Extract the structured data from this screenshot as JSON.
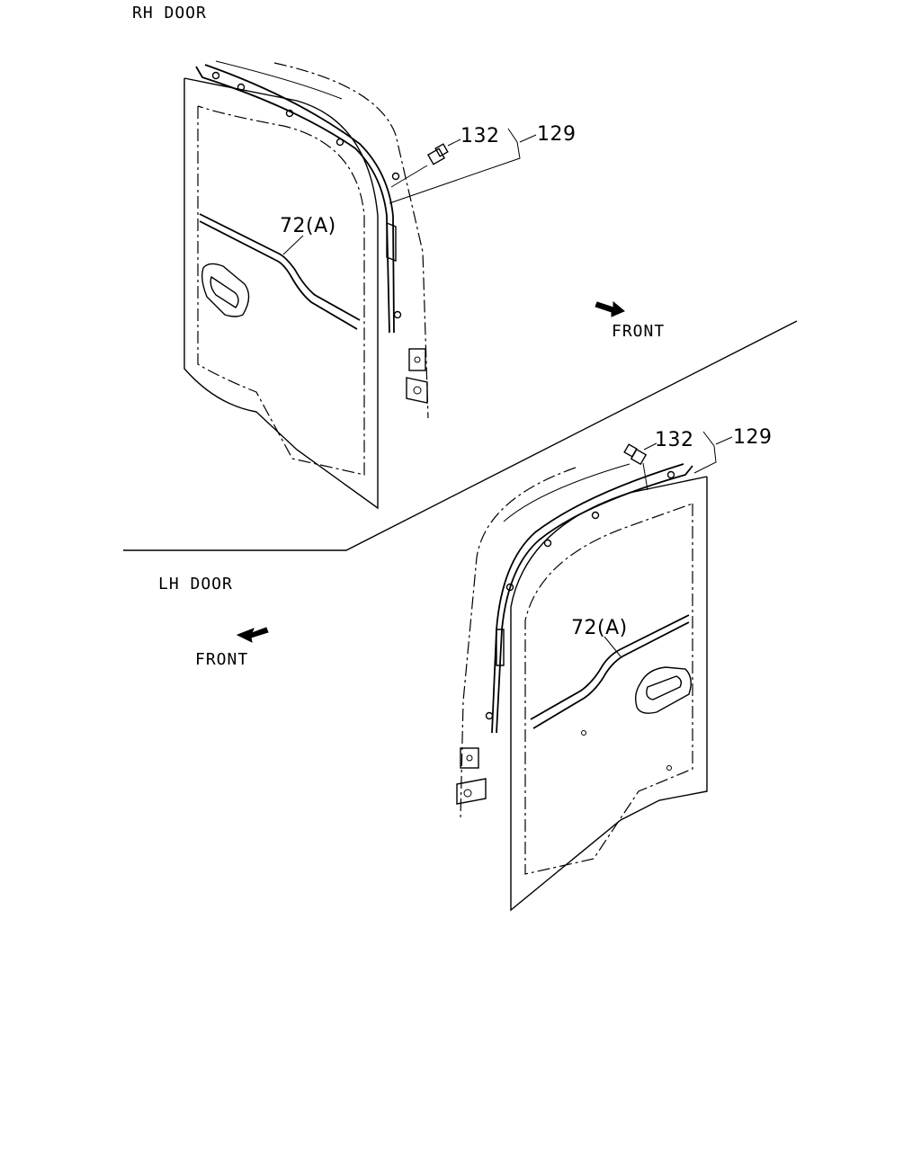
{
  "rh_door": {
    "title": "RH DOOR",
    "front_label": "FRONT",
    "callouts": {
      "clip": "132",
      "assembly": "129",
      "moulding": "72(A)"
    }
  },
  "lh_door": {
    "title": "LH DOOR",
    "front_label": "FRONT",
    "callouts": {
      "clip": "132",
      "assembly": "129",
      "moulding": "72(A)"
    }
  },
  "colors": {
    "line": "#000000",
    "background": "#ffffff"
  }
}
